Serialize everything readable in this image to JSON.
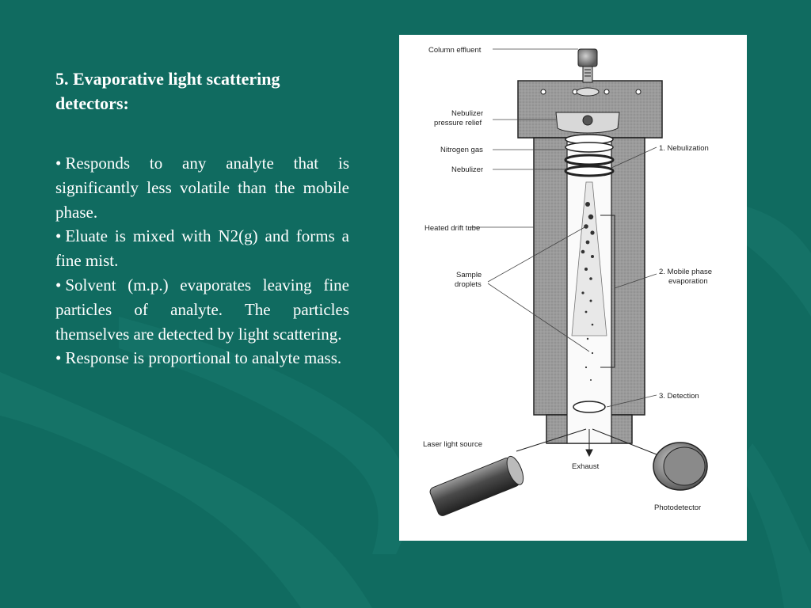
{
  "title": "5. Evaporative light scattering detectors:",
  "bullets": [
    {
      "text": "Responds to any analyte that is significantly less volatile than the mobile phase."
    },
    {
      "text": "Eluate is mixed with N2(g) and forms a fine mist."
    },
    {
      "text": "Solvent (m.p.) evaporates leaving fine particles of analyte. The particles themselves are detected by light scattering."
    },
    {
      "text": "Response is proportional to analyte mass."
    }
  ],
  "bullet_symbol": "•",
  "diagram": {
    "labels": {
      "column_effluent": "Column effluent",
      "nebulizer_pressure_relief_1": "Nebulizer",
      "nebulizer_pressure_relief_2": "pressure relief",
      "nitrogen_gas": "Nitrogen gas",
      "nebulizer": "Nebulizer",
      "heated_drift_tube": "Heated drift tube",
      "sample_droplets_1": "Sample",
      "sample_droplets_2": "droplets",
      "laser_light_source": "Laser light source",
      "step_1": "1. Nebulization",
      "step_2a": "2. Mobile phase",
      "step_2b": "evaporation",
      "step_3": "3. Detection",
      "exhaust": "Exhaust",
      "photodetector": "Photodetector"
    }
  },
  "colors": {
    "background": "#106b60",
    "text": "#ffffff",
    "panel": "#ffffff"
  }
}
